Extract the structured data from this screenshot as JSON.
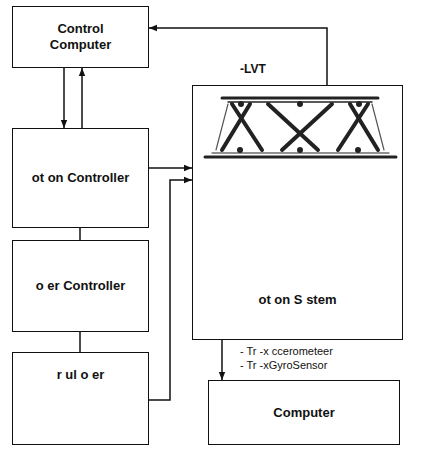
{
  "diagram": {
    "nodes": [
      {
        "text": [
          "Control Computer"
        ]
      },
      {
        "text": [
          "ot on Controller"
        ]
      },
      {
        "text": [
          "ot on S stem"
        ]
      },
      {
        "text": [
          "o er Controller"
        ]
      },
      {
        "text": [
          "r ul o er"
        ]
      },
      {
        "text": [
          "Computer"
        ]
      }
    ],
    "edges": [
      {
        "from": 2,
        "to": 0,
        "arrow": "to",
        "label": "-LVT"
      },
      {
        "from": 0,
        "to": 1,
        "arrow": "to"
      },
      {
        "from": 1,
        "to": 0,
        "arrow": "to"
      },
      {
        "from": 1,
        "to": 2,
        "arrow": "to"
      },
      {
        "from": 1,
        "to": 3,
        "arrow": "none"
      },
      {
        "from": 3,
        "to": 4,
        "arrow": "none"
      },
      {
        "from": 4,
        "to": 2,
        "arrow": "to"
      },
      {
        "from": 2,
        "to": 5,
        "arrow": "to"
      }
    ],
    "labels": [
      "- Tr -x ccerometeer",
      "- Tr -xGyroSensor"
    ]
  }
}
